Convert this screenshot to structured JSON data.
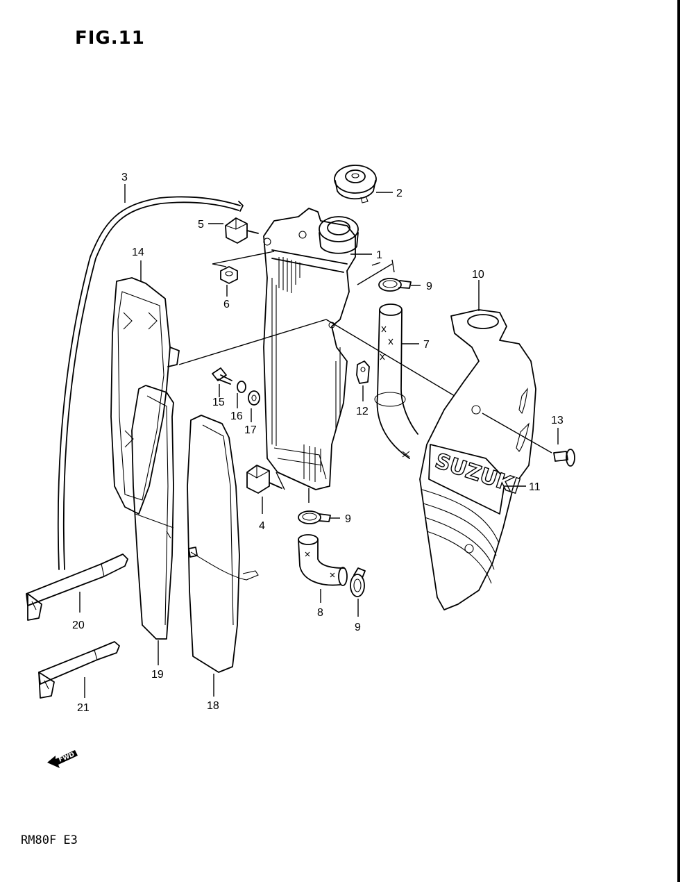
{
  "figure": {
    "title": "FIG.11",
    "model": "RM80F  E3"
  },
  "brand_text": "SUZUKI",
  "fwd_label": "FWD",
  "callouts": {
    "c1": "1",
    "c2": "2",
    "c3": "3",
    "c4": "4",
    "c5": "5",
    "c6": "6",
    "c7": "7",
    "c8": "8",
    "c9a": "9",
    "c9b": "9",
    "c9c": "9",
    "c10": "10",
    "c11": "11",
    "c12": "12",
    "c13": "13",
    "c14": "14",
    "c15": "15",
    "c16": "16",
    "c17": "17",
    "c18": "18",
    "c19": "19",
    "c20": "20",
    "c21": "21"
  }
}
